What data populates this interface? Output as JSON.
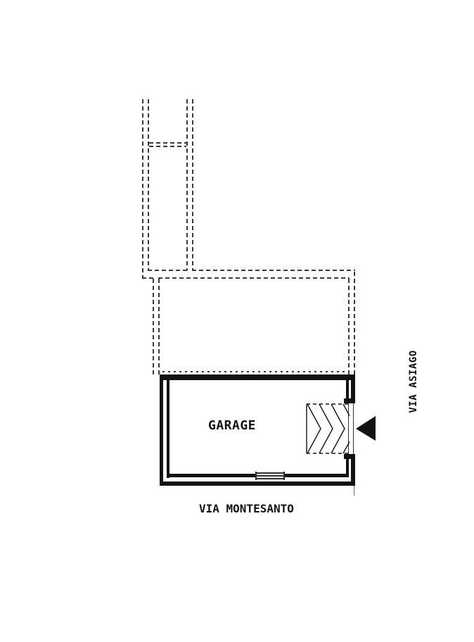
{
  "floor_plan": {
    "room_label": "GARAGE",
    "streets": {
      "bottom": "VIA MONTESANTO",
      "right": "VIA ASIAGO"
    }
  },
  "colors": {
    "ink": "#121212",
    "dash": "#3a3a3a",
    "paper": "#ffffff"
  }
}
